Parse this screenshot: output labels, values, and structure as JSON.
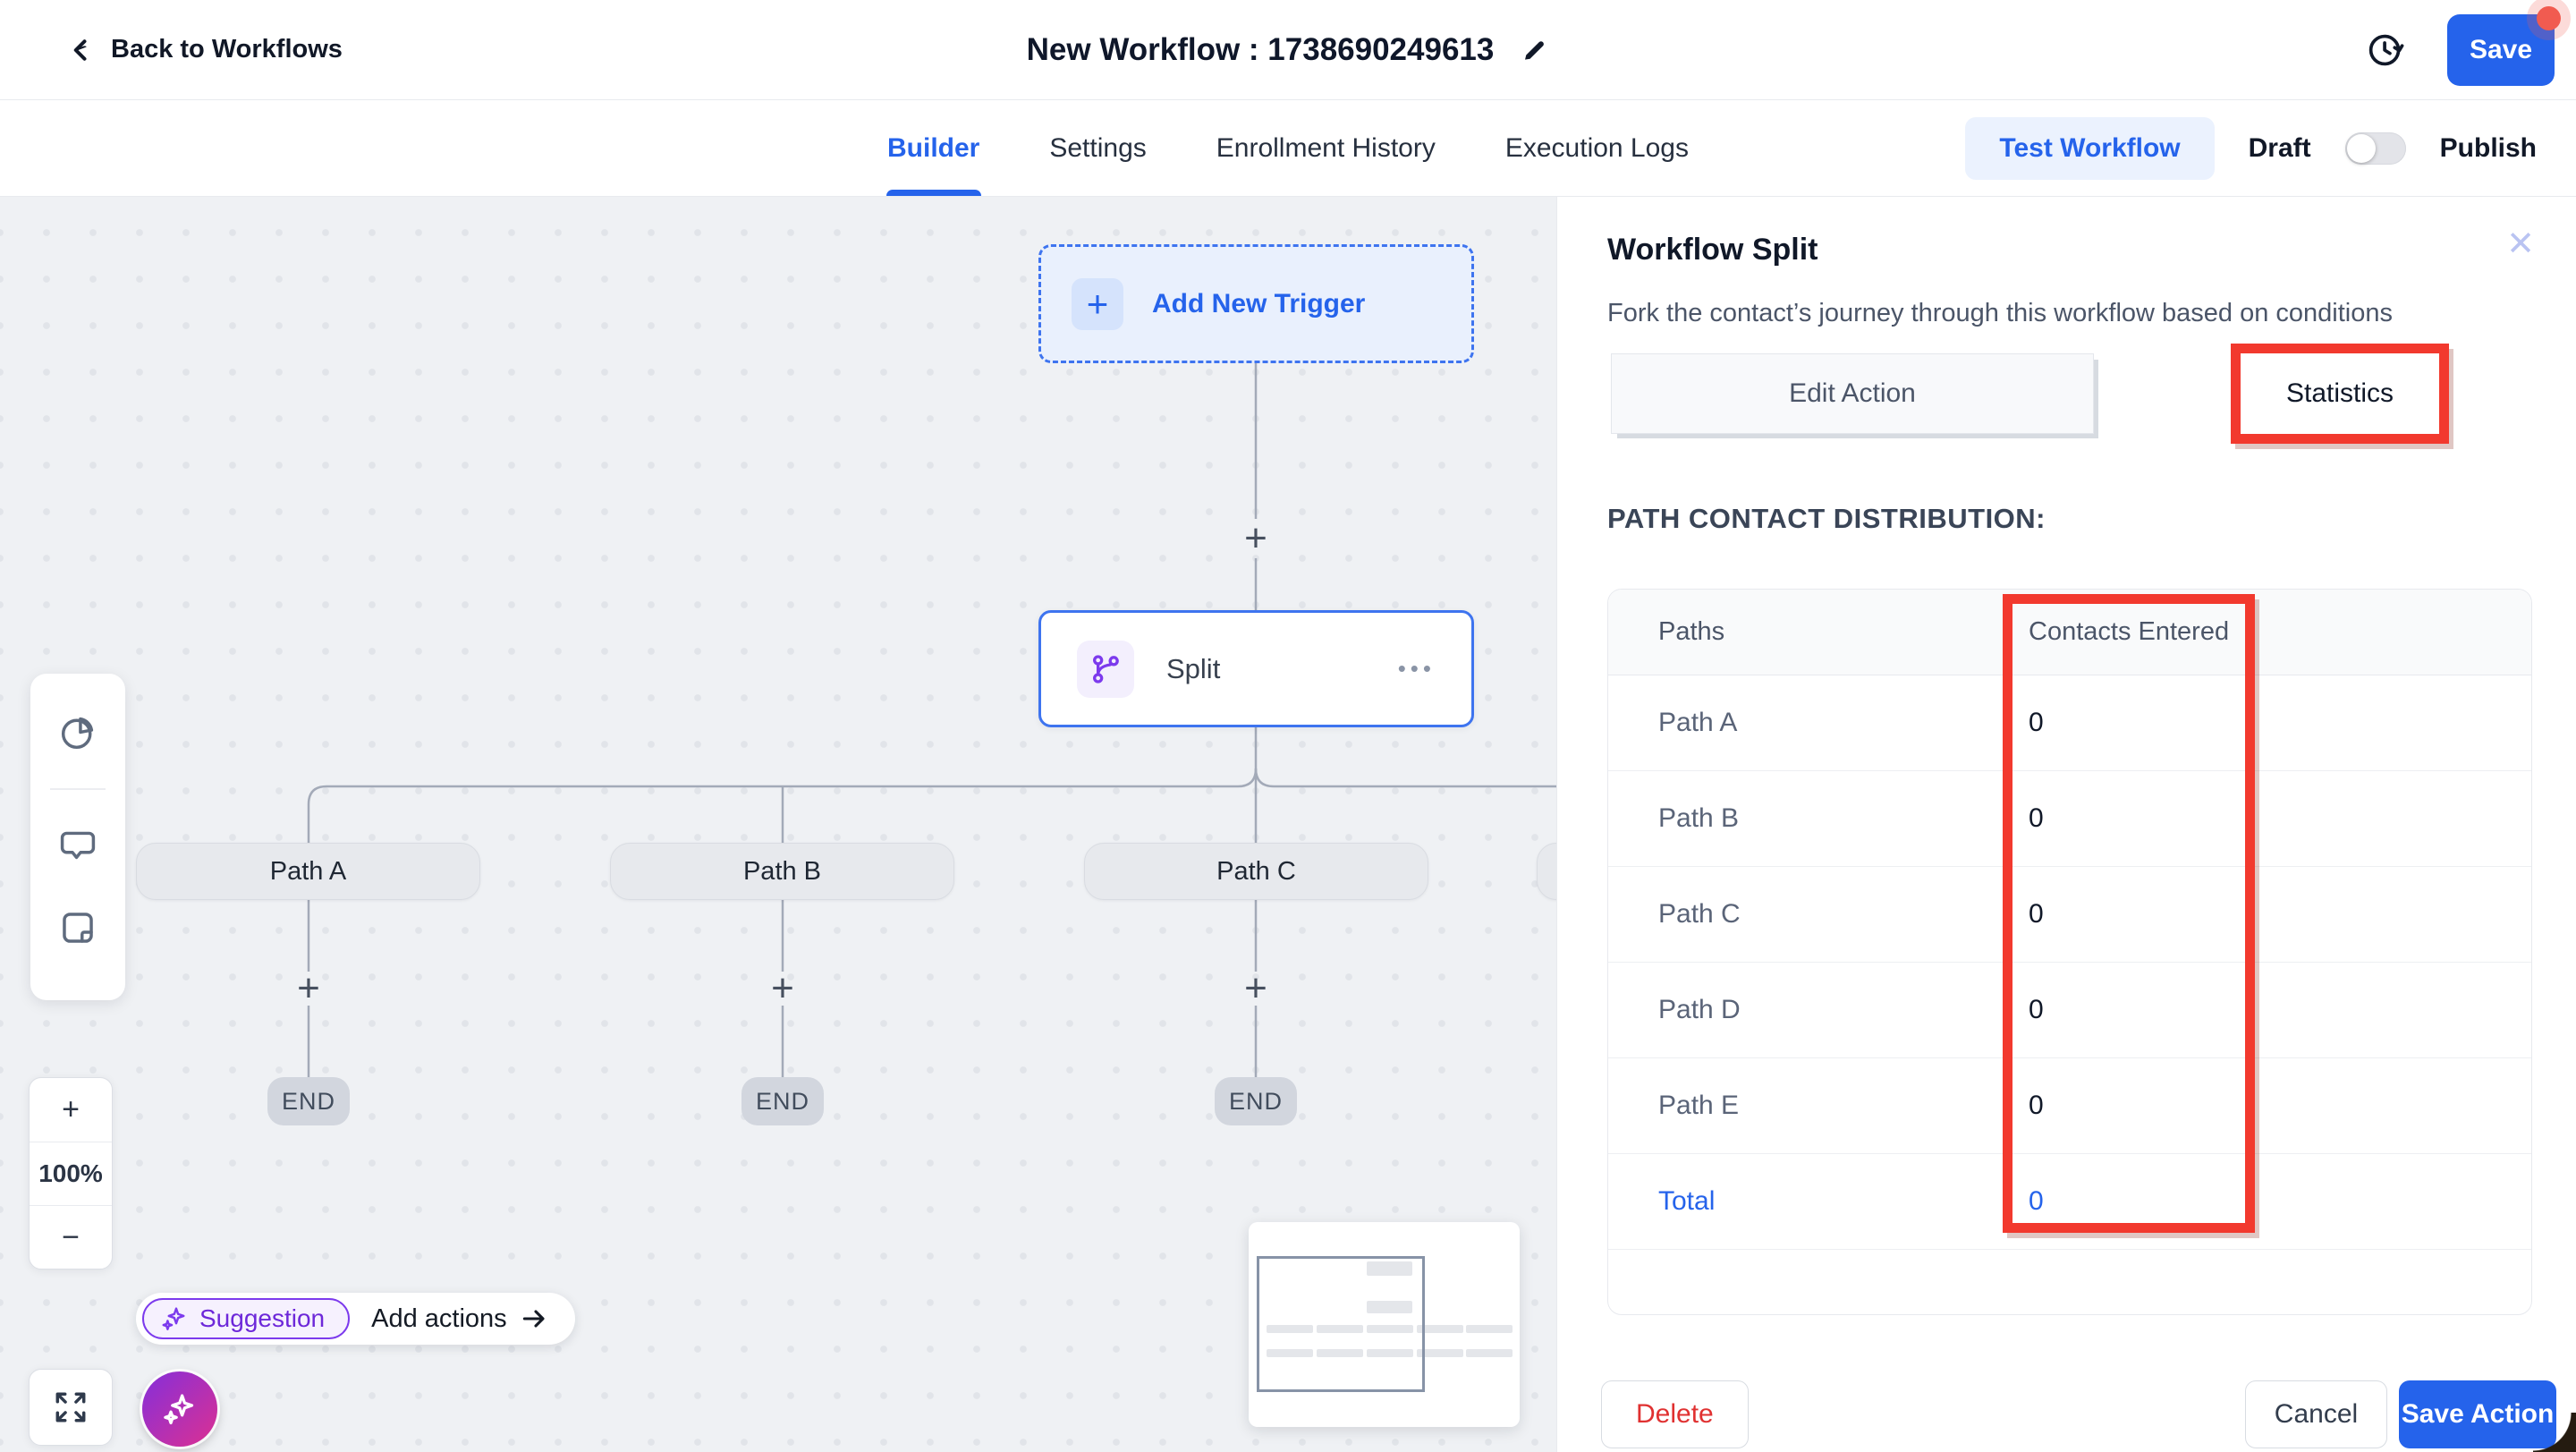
{
  "header": {
    "back_label": "Back to Workflows",
    "title": "New Workflow : 1738690249613",
    "save_label": "Save"
  },
  "nav": {
    "tabs": [
      "Builder",
      "Settings",
      "Enrollment History",
      "Execution Logs"
    ],
    "active_tab": "Builder",
    "test_workflow_label": "Test Workflow",
    "draft_label": "Draft",
    "publish_label": "Publish",
    "publish_toggle_state": "off"
  },
  "canvas": {
    "trigger_label": "Add New Trigger",
    "split_label": "Split",
    "menu_dots": "•••",
    "paths": [
      "Path A",
      "Path B",
      "Path C"
    ],
    "end_label": "END",
    "zoom": {
      "in": "+",
      "level": "100%",
      "out": "−"
    },
    "suggestion_label": "Suggestion",
    "add_actions_label": "Add actions"
  },
  "panel": {
    "title": "Workflow Split",
    "description": "Fork the contact’s journey through this workflow based on conditions",
    "tab_edit": "Edit Action",
    "tab_statistics": "Statistics",
    "section_title": "PATH CONTACT DISTRIBUTION:",
    "table": {
      "col_paths": "Paths",
      "col_contacts": "Contacts Entered",
      "rows": [
        {
          "path": "Path A",
          "contacts": "0"
        },
        {
          "path": "Path B",
          "contacts": "0"
        },
        {
          "path": "Path C",
          "contacts": "0"
        },
        {
          "path": "Path D",
          "contacts": "0"
        },
        {
          "path": "Path E",
          "contacts": "0"
        }
      ],
      "total_label": "Total",
      "total_value": "0"
    },
    "delete_label": "Delete",
    "cancel_label": "Cancel",
    "save_action_label": "Save Action"
  },
  "colors": {
    "accent_blue": "#2563EB",
    "annotation_red": "#F2392E",
    "purple": "#7C3AED",
    "delete_red": "#E03131",
    "canvas_bg": "#EFF1F4"
  }
}
